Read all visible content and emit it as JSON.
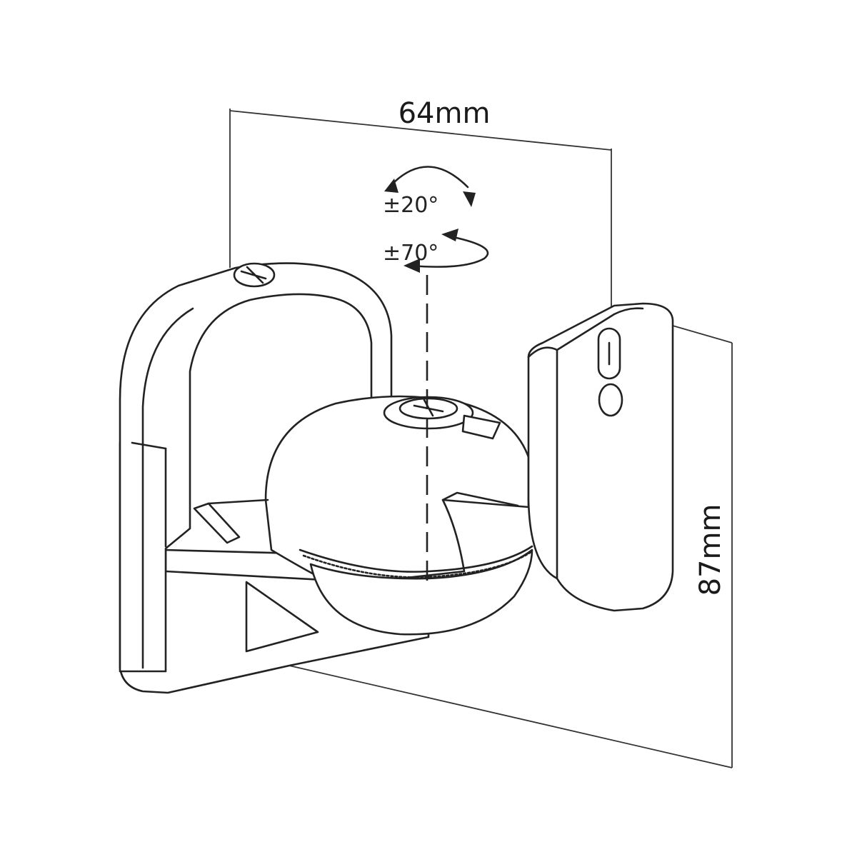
{
  "diagram": {
    "width_label": "64mm",
    "height_label": "87mm",
    "tilt_label": "±20°",
    "swivel_label": "±70°"
  },
  "colors": {
    "line": "#222222",
    "background": "#ffffff"
  }
}
